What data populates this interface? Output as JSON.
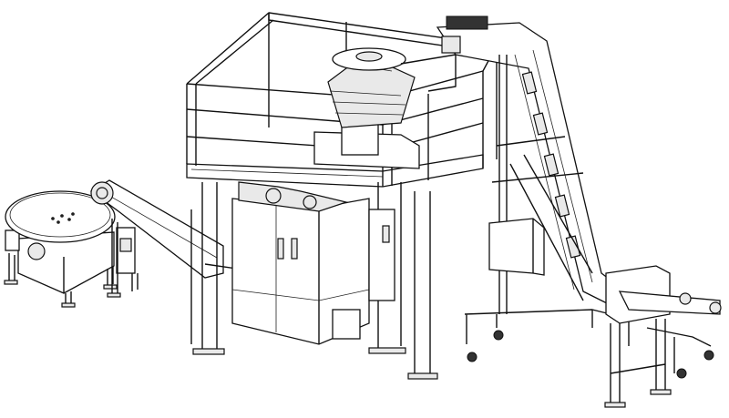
{
  "drawing": {
    "style": "isometric line drawing",
    "line_color": "#111111",
    "background_color": "#ffffff",
    "components": [
      "rotary-table",
      "incline-conveyor",
      "support-platform",
      "multihead-weigher",
      "vertical-bagger",
      "bucket-elevator",
      "control-box",
      "output-conveyor"
    ]
  }
}
